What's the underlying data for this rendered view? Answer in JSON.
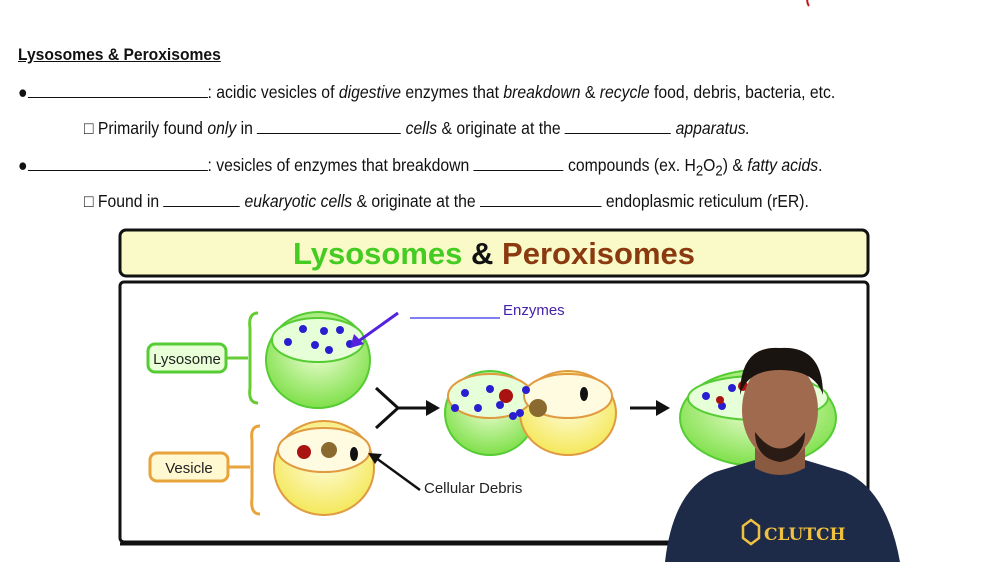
{
  "notes": {
    "heading": "Lysosomes & Peroxisomes",
    "line1": {
      "bullet": "●",
      "a": ": acidic vesicles of ",
      "b": "digestive",
      "c": " enzymes that ",
      "d": "breakdown",
      "e": " & ",
      "f": "recycle",
      "g": " food, debris, bacteria, etc."
    },
    "line2": {
      "bullet": "□",
      "a": " Primarily found ",
      "b": "only",
      "c": " in ",
      "d": "cells",
      "e": " & originate at the ",
      "f": "apparatus."
    },
    "line3": {
      "bullet": "●",
      "a": ": vesicles of enzymes that breakdown ",
      "b": " compounds (ex. H",
      "sub1": "2",
      "c": "O",
      "sub2": "2",
      "d": ") & ",
      "e": "fatty acids",
      "f": "."
    },
    "line4": {
      "bullet": "□",
      "a": " Found in ",
      "b": "eukaryotic cells",
      "c": " & originate at the ",
      "d": " endoplasmic reticulum (rER)."
    }
  },
  "diagram": {
    "title_a": "Lysosomes",
    "title_amp": "&",
    "title_b": "Peroxisomes",
    "label_lysosome": "Lysosome",
    "label_vesicle": "Vesicle",
    "label_enzymes": "Enzymes",
    "label_debris": "Cellular Debris",
    "colors": {
      "lysosome": "#44cc22",
      "peroxisome": "#8b3a10",
      "enzyme": "#2a1fd0",
      "vesicle": "#e8a33a",
      "header_bg": "#fafac8"
    }
  },
  "presenter": {
    "shirt_logo": "CLUTCH"
  }
}
